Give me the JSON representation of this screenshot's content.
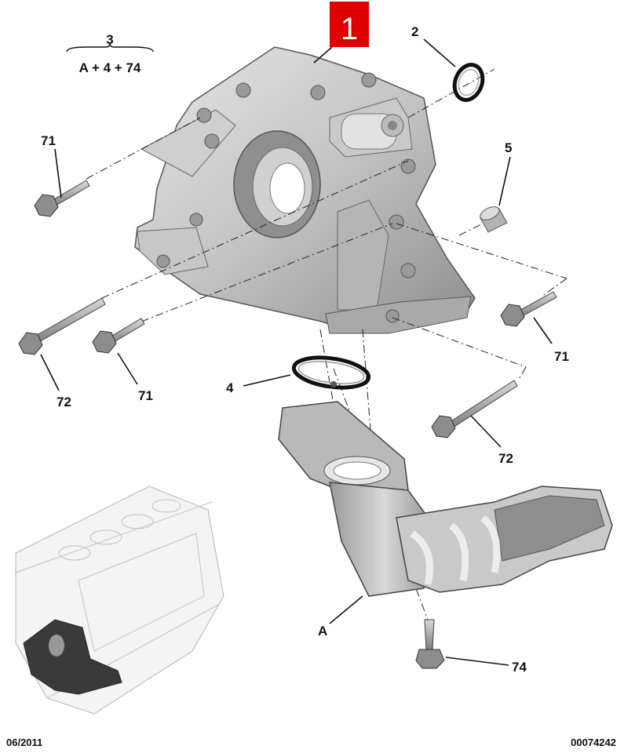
{
  "callout": {
    "number": "1"
  },
  "group_label": {
    "number": "3",
    "formula": "A + 4 + 74"
  },
  "part_labels": {
    "p2": "2",
    "p4": "4",
    "p5": "5",
    "p71_a": "71",
    "p71_b": "71",
    "p71_c": "71",
    "p72_a": "72",
    "p72_b": "72",
    "p74": "74",
    "pA": "A"
  },
  "footer": {
    "date": "06/2011",
    "reference": "00074242"
  },
  "colors": {
    "callout_bg": "#e00000",
    "part_fill": "#bdbdbd",
    "part_dark": "#8c8c8c",
    "line": "#111111"
  }
}
